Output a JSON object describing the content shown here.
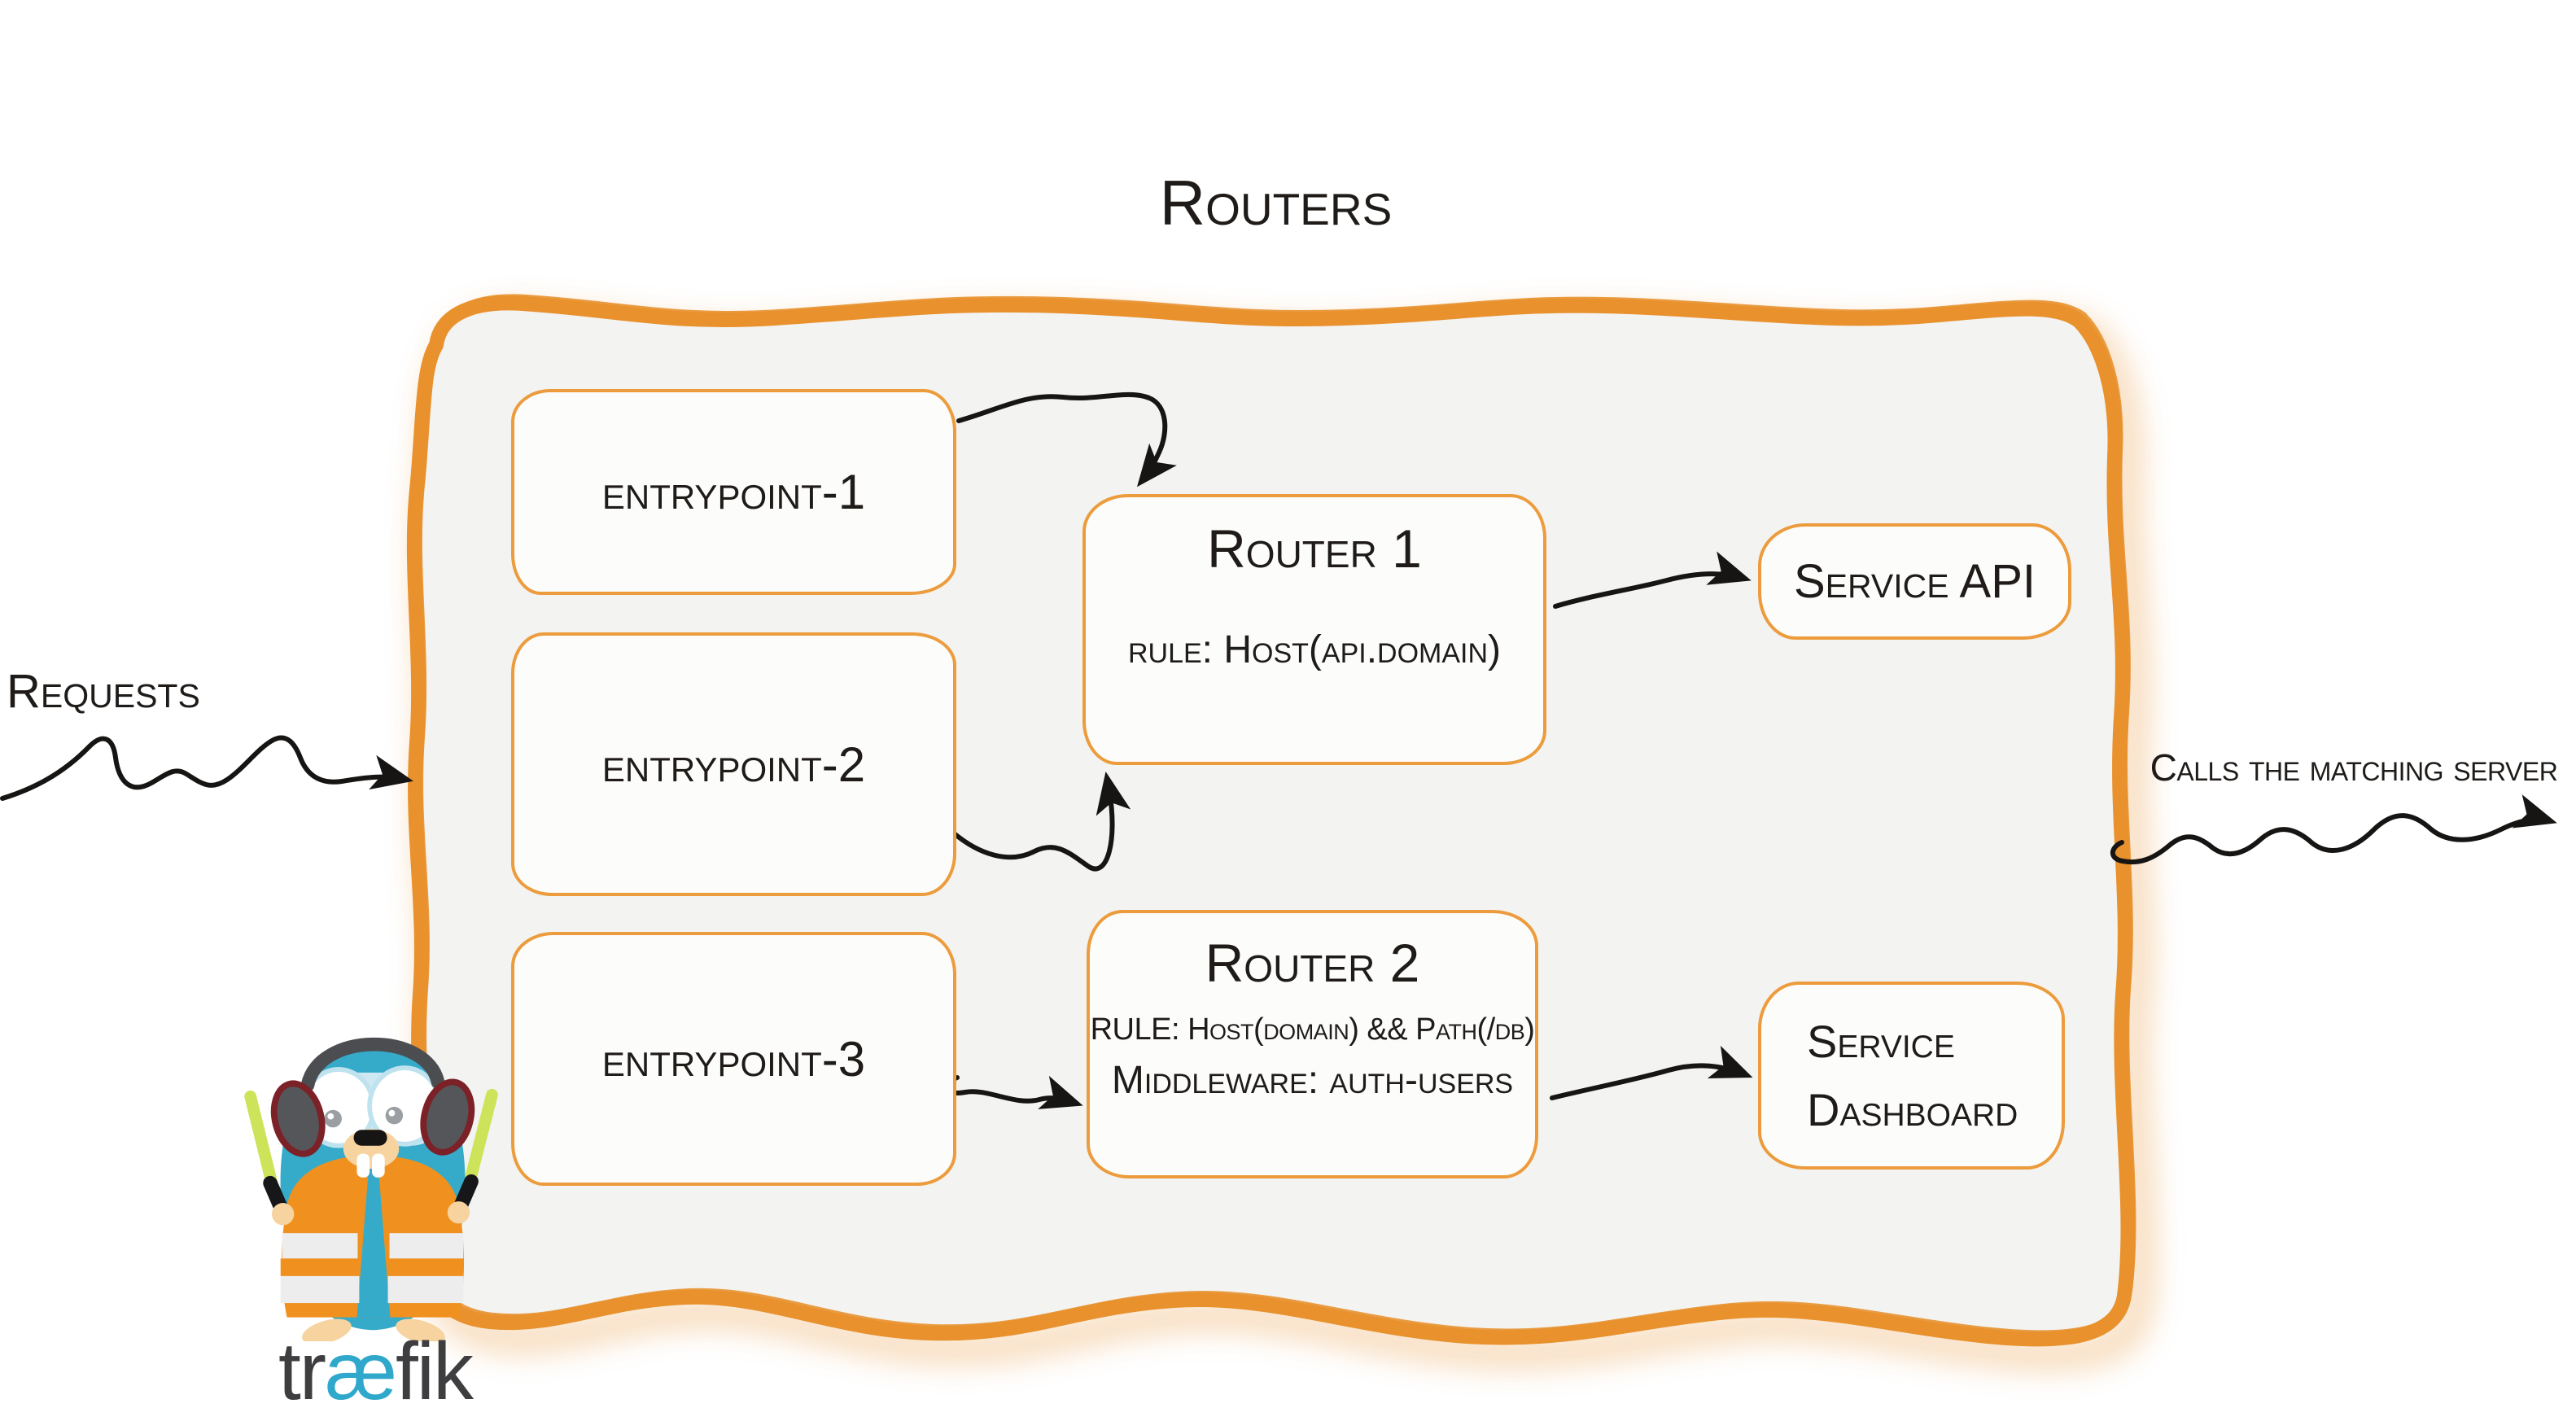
{
  "diagram": {
    "title": "Routers",
    "left_flow": {
      "label": "Requests"
    },
    "right_flow": {
      "label": "Calls the matching server"
    },
    "entrypoints": [
      {
        "label": "entrypoint-1"
      },
      {
        "label": "entrypoint-2"
      },
      {
        "label": "entrypoint-3"
      }
    ],
    "routers": [
      {
        "title": "Router 1",
        "rule": "rule: Host(api.domain)"
      },
      {
        "title": "Router 2",
        "rule": "RULE: Host(domain) && Path(/db)",
        "middleware": "Middleware: auth-users"
      }
    ],
    "services": [
      {
        "label": "Service API"
      },
      {
        "line1": "Service",
        "line2": "Dashboard"
      }
    ],
    "logo": {
      "wordmark": {
        "pre": "tr",
        "mid": "æ",
        "post": "fik"
      }
    },
    "colors": {
      "accent_orange": "#E8912D",
      "box_border_orange": "#EC9C3C",
      "panel_fill": "#F3F3F2",
      "ink": "#1E1B19",
      "arrow_black": "#161514",
      "logo_teal": "#35AAC9",
      "logo_vest_orange": "#F0911F",
      "logo_baton_green": "#CDE35A",
      "logo_text_gray": "#3E3E40",
      "logo_ear_red": "#7B2127"
    }
  }
}
